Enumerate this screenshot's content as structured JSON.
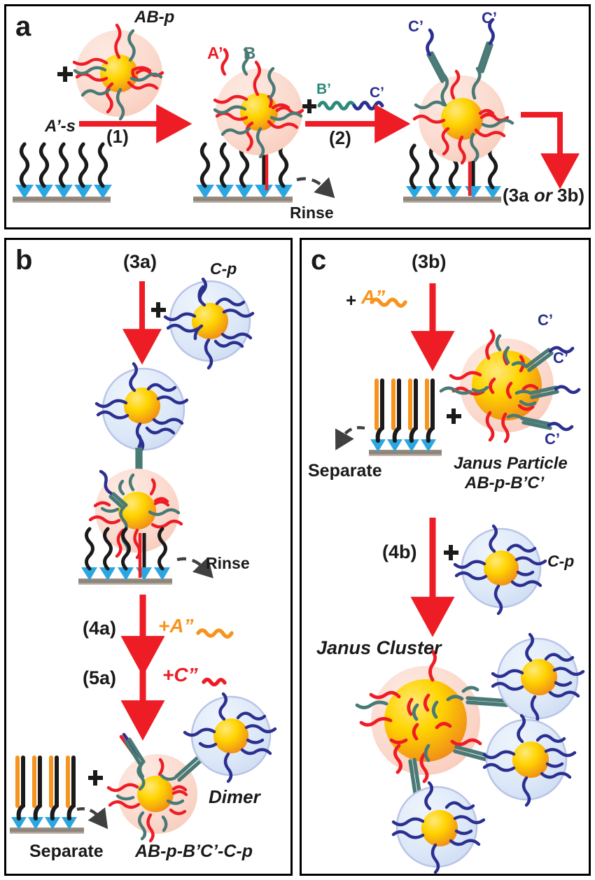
{
  "figure": {
    "type": "scheme",
    "description": "DNA-mediated stepwise assembly of Janus particles, dimers and Janus clusters on a substrate"
  },
  "panels": [
    {
      "id": "a",
      "letter": "a",
      "labels": {
        "particle_ABp": "AB-p",
        "substrate_As": "A’-s",
        "strand_A_prime": "A’",
        "strand_B": "B",
        "linker_B_prime": "B’",
        "linker_C_prime": "C’",
        "step1": "(1)",
        "step2": "(2)",
        "rinse": "Rinse",
        "branch": "(3a or 3b)",
        "branch_pre": "(3a ",
        "branch_or": "or",
        "branch_post": " 3b)",
        "corona_C_prime_left": "C’",
        "corona_C_prime_right": "C’",
        "plus": "+"
      }
    },
    {
      "id": "b",
      "letter": "b",
      "labels": {
        "step3a": "(3a)",
        "particle_Cp": "C-p",
        "plus_top": "+",
        "rinse": "Rinse",
        "step4a": "(4a)",
        "add_A_double_prime": "+A”",
        "step5a": "(5a)",
        "add_C_double_prime": "+C”",
        "plus_bottom": "+",
        "separate": "Separate",
        "product_name": "AB-p-B’C’-C-p",
        "dimer": "Dimer"
      }
    },
    {
      "id": "c",
      "letter": "c",
      "labels": {
        "step3b": "(3b)",
        "add_A_double_prime": "+",
        "strand_A_double_prime": "A”",
        "separate": "Separate",
        "plus_mid": "+",
        "janus_particle_line1": "Janus Particle",
        "janus_particle_line2": "AB-p-B’C’",
        "corona_C_prime_1": "C’",
        "corona_C_prime_2": "C’",
        "corona_C_prime_3": "C’",
        "step4b": "(4b)",
        "plus_4b": "+",
        "particle_Cp": "C-p",
        "janus_cluster": "Janus Cluster"
      }
    }
  ],
  "colors": {
    "strand_A_red": "#ee1c25",
    "strand_B_teal": "#4a7a76",
    "strand_C_navy": "#2b2f8f",
    "strand_A_double_orange": "#f7941e",
    "strand_C_double_red": "#ee1c25",
    "substrate_strand_black": "#1a1a1a",
    "anchor_blue": "#2ba6e0",
    "substrate_bar": "#8a7f74",
    "particle_ABp_halo": "#fbdcd2",
    "particle_Cp_halo": "#dbe7f7",
    "particle_core_yellow": "#ffd400",
    "particle_core_orange": "#f7a81b",
    "arrow_red": "#ee1c25",
    "rinse_arrow_gray": "#404040",
    "text_black": "#1a1a1a",
    "panel_border": "#000000"
  }
}
